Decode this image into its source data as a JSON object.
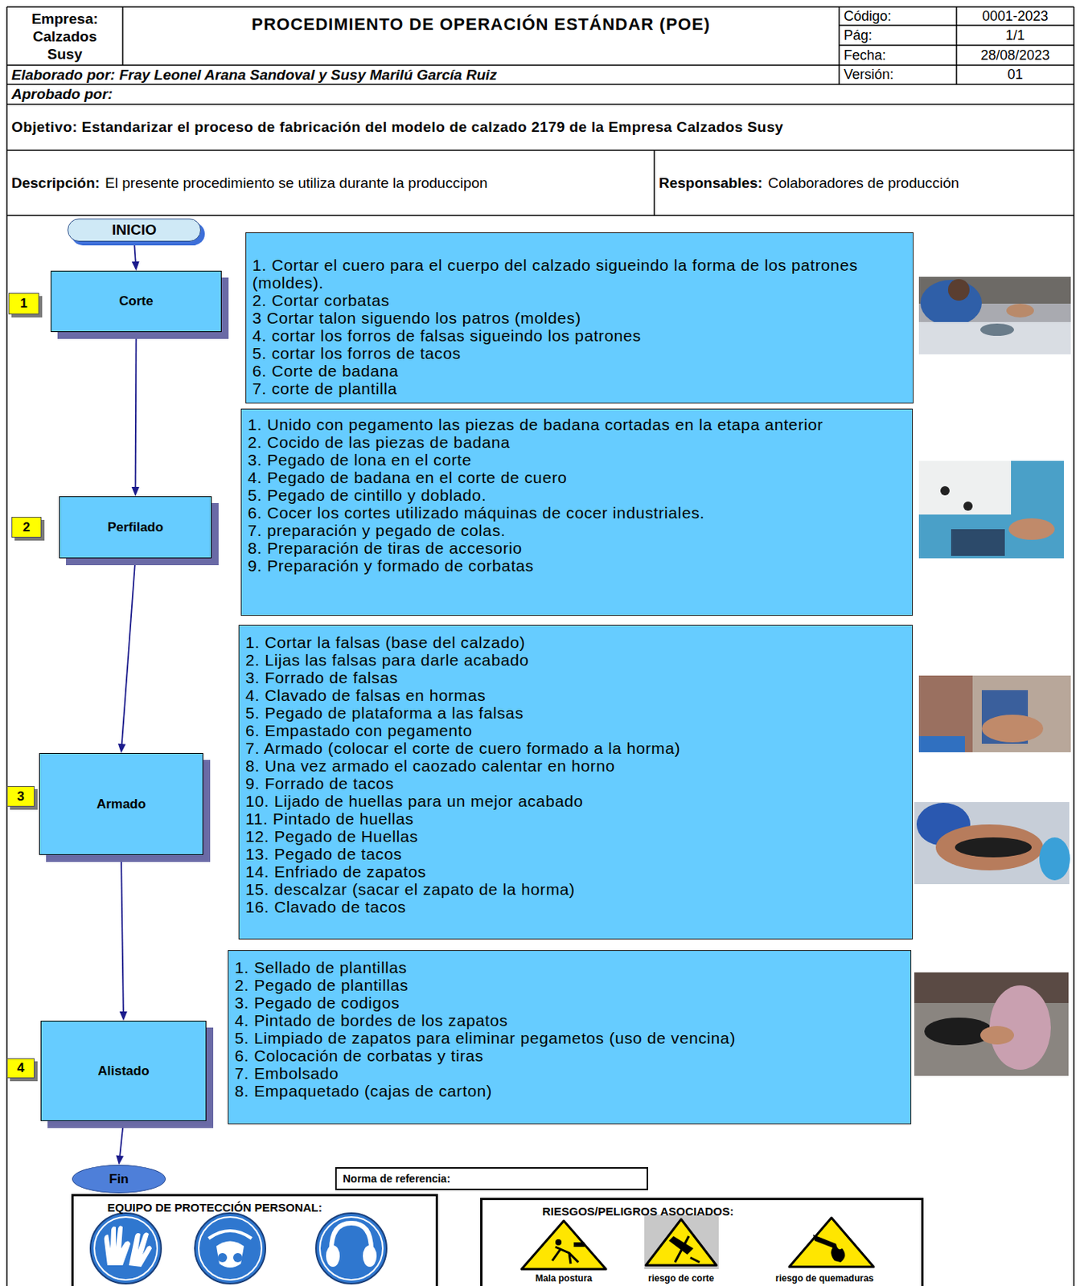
{
  "diagram": {
    "title": "PROCEDIMIENTO DE OPERACIÓN ESTÁNDAR (POE)",
    "nodes": [
      {
        "text": [
          "INICIO"
        ]
      },
      {
        "text": [
          "Corte"
        ]
      },
      {
        "text": [
          "1. Cortar el cuero para el cuerpo del calzado sigueindo la forma de los patrones (moldes).",
          "2. Cortar corbatas",
          "3 Cortar talon siguendo los patros (moldes)",
          "4. cortar los forros de falsas sigueindo los patrones",
          "5. cortar los forros de tacos",
          "6. Corte de badana",
          "7. corte de plantilla"
        ]
      },
      {
        "text": [
          "Perfilado"
        ]
      },
      {
        "text": [
          "1. Unido con pegamento las piezas de badana cortadas en la etapa anterior",
          "2. Cocido de las piezas de badana",
          "3. Pegado de lona en el corte",
          "4. Pegado de badana en el corte de cuero",
          "5. Pegado de cintillo y doblado.",
          "6. Cocer los cortes utilizado máquinas de cocer industriales.",
          "7. preparación y pegado de colas.",
          "8. Preparación de tiras de accesorio",
          "9. Preparación y formado de corbatas"
        ]
      },
      {
        "text": [
          "Armado"
        ]
      },
      {
        "text": [
          "1. Cortar la falsas (base del calzado)",
          "2. Lijas las falsas para darle acabado",
          "3. Forrado de falsas",
          "4. Clavado de falsas en hormas",
          "5. Pegado de plataforma a las falsas",
          "6. Empastado con pegamento",
          "7. Armado (colocar el corte de cuero formado a la horma)",
          "8. Una vez armado el caozado calentar en horno",
          "9. Forrado de tacos",
          "10. Lijado de huellas para un mejor acabado",
          "11. Pintado de huellas",
          "12. Pegado de Huellas",
          "13. Pegado de tacos",
          "14. Enfriado de zapatos",
          "15. descalzar (sacar el zapato de la horma)",
          "16. Clavado de tacos"
        ]
      },
      {
        "text": [
          "Alistado"
        ]
      },
      {
        "text": [
          "1. Sellado de plantillas",
          "2. Pegado de plantillas",
          "3. Pegado de codigos",
          "4. Pintado de bordes de los zapatos",
          "5. Limpiado de zapatos para eliminar pegametos (uso de vencina)",
          "6. Colocación de corbatas y tiras",
          "7. Embolsado",
          "8. Empaquetado (cajas de carton)"
        ]
      },
      {
        "text": [
          "Fin"
        ]
      },
      {
        "text": [
          "Norma de referencia:"
        ]
      },
      {
        "text": [
          "EQUIPO DE PROTECCIÓN PERSONAL:"
        ]
      },
      {
        "text": [
          "RIESGOS/PELIGROS ASOCIADOS:"
        ]
      }
    ],
    "edges": [
      {
        "from": 0,
        "to": 1,
        "arrow": "to"
      },
      {
        "from": 1,
        "to": 3,
        "arrow": "to"
      },
      {
        "from": 3,
        "to": 5,
        "arrow": "to"
      },
      {
        "from": 5,
        "to": 7,
        "arrow": "to"
      },
      {
        "from": 7,
        "to": 9,
        "arrow": "to"
      }
    ],
    "labels": [
      "Empresa: Calzados Susy",
      "Código:",
      "0001-2023",
      "Pág:",
      "1/1",
      "Fecha:",
      "28/08/2023",
      "Versión:",
      "01",
      "Elaborado por: Fray Leonel Arana Sandoval y Susy Marilú García Ruiz",
      "Aprobado por:",
      "Objetivo: Estandarizar el proceso de fabricación del modelo de calzado 2179 de la Empresa Calzados Susy",
      "Descripción:",
      "El presente procedimiento se utiliza durante la produccipon",
      "Responsables:",
      "Colaboradores de producción",
      "1",
      "2",
      "3",
      "4",
      "Mala postura",
      "riesgo de corte",
      "riesgo de quemaduras"
    ]
  }
}
